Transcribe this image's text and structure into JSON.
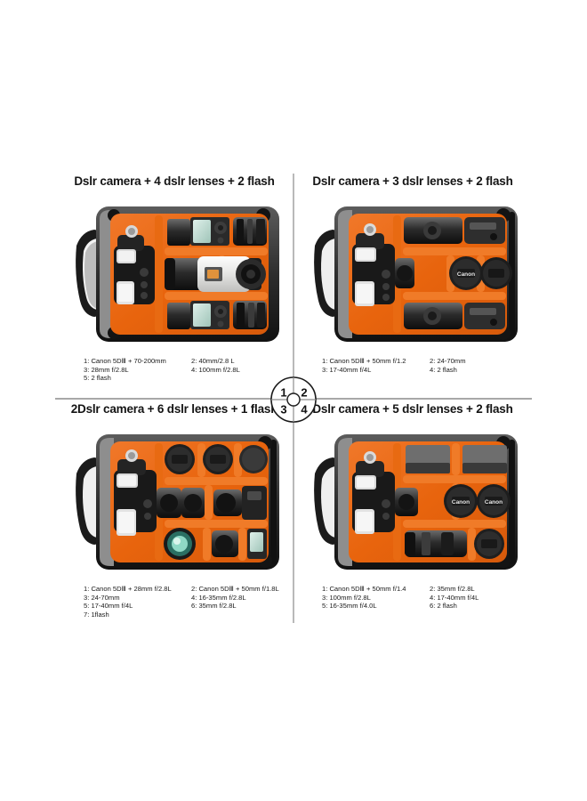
{
  "figure": {
    "background_color": "#ffffff",
    "divider_color": "#b2b2b2",
    "interior_color": "#ef6c16",
    "shell_color": "#3a3a3a"
  },
  "center_badge": {
    "name": "quadrant-key",
    "labels": [
      "1",
      "2",
      "3",
      "4"
    ]
  },
  "panels": [
    {
      "id": "tl",
      "title": "Dslr camera + 4 dslr lenses +  2 flash",
      "caption_left": [
        "1: Canon 5DⅢ + 70-200mm",
        "3: 28mm f/2.8L",
        "5: 2 flash"
      ],
      "caption_right": [
        "2: 40mm/2.8 L",
        "4: 100mm f/2.8L"
      ]
    },
    {
      "id": "tr",
      "title": "Dslr camera + 3 dslr lenses + 2 flash",
      "caption_left": [
        "1: Canon 5DⅢ + 50mm f/1.2",
        "3: 17-40mm f/4L"
      ],
      "caption_right": [
        "2: 24-70mm",
        "4: 2 flash"
      ]
    },
    {
      "id": "bl",
      "title": "2Dslr camera + 6 dslr lenses + 1 flash",
      "caption_left": [
        "1: Canon 5DⅢ + 28mm f/2.8L",
        "3: 24-70mm",
        "5: 17-40mm f/4L",
        "7: 1flash"
      ],
      "caption_right": [
        "2:  Canon 5DⅢ + 50mm f/1.8L",
        "4: 16-35mm f/2.8L",
        "6: 35mm f/2.8L"
      ]
    },
    {
      "id": "br",
      "title": "Dslr camera + 5 dslr lenses + 2 flash",
      "caption_left": [
        "1: Canon 5DⅢ + 50mm f/1.4",
        "3: 100mm f/2.8L",
        "5: 16-35mm f/4.0L"
      ],
      "caption_right": [
        "2: 35mm f/2.8L",
        "4: 17-40mm f/4L",
        "6: 2 flash"
      ]
    }
  ],
  "lens_cap_brand": "Canon"
}
